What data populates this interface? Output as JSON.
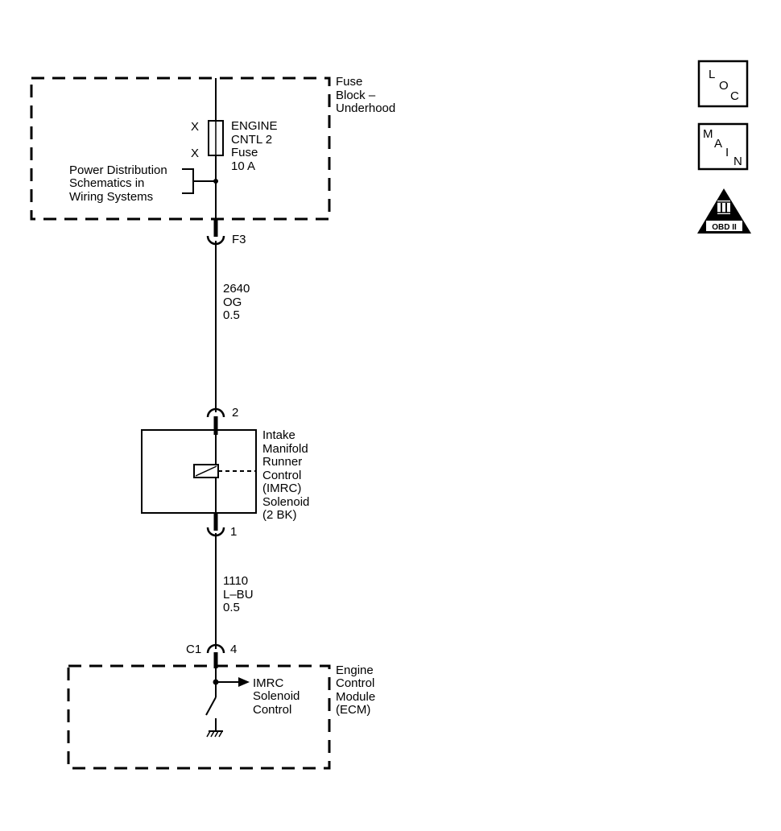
{
  "fuse_block": {
    "label_lines": [
      "Fuse",
      "Block –",
      "Underhood"
    ],
    "fuse_label_lines": [
      "ENGINE",
      "CNTL 2",
      "Fuse",
      "10 A"
    ],
    "x_marks": [
      "X",
      "X"
    ],
    "power_dist_lines": [
      "Power Distribution",
      "Schematics in",
      "Wiring Systems"
    ]
  },
  "connectors": {
    "f3": "F3",
    "imrc_pin2": "2",
    "imrc_pin1": "1",
    "ecm_connector": "C1",
    "ecm_pin": "4"
  },
  "wire_upper": {
    "lines": [
      "2640",
      "OG",
      "0.5"
    ]
  },
  "wire_lower": {
    "lines": [
      "1110",
      "L–BU",
      "0.5"
    ]
  },
  "imrc_solenoid": {
    "label_lines": [
      "Intake",
      "Manifold",
      "Runner",
      "Control",
      "(IMRC)",
      "Solenoid",
      "(2 BK)"
    ]
  },
  "ecm": {
    "label_lines": [
      "Engine",
      "Control",
      "Module",
      "(ECM)"
    ],
    "signal_lines": [
      "IMRC",
      "Solenoid",
      "Control"
    ]
  },
  "badges": {
    "loc": [
      "L",
      "O",
      "C"
    ],
    "main": [
      "M",
      "A",
      "I",
      "N"
    ],
    "obd": "OBD II"
  }
}
